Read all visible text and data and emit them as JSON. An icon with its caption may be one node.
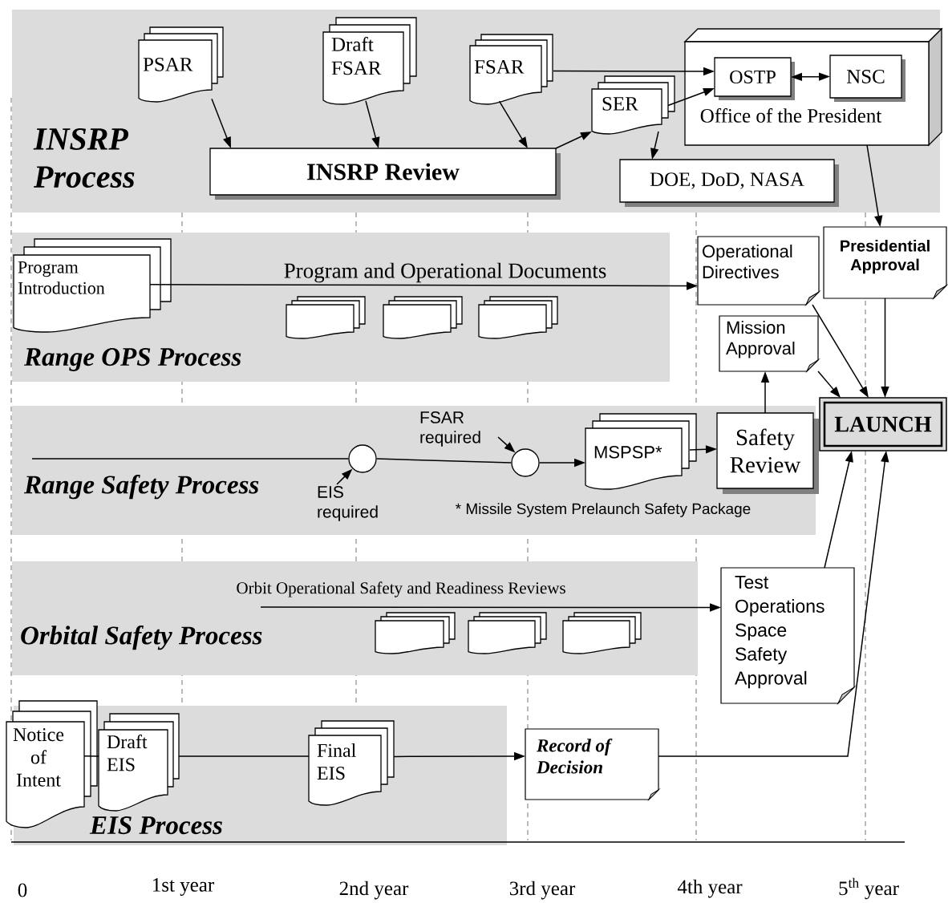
{
  "diagram": {
    "nodes": [
      {
        "text": [
          "INSRP Process"
        ]
      },
      {
        "text": [
          "PSAR"
        ],
        "in": 0
      },
      {
        "text": [
          "Draft FSAR"
        ],
        "in": 0
      },
      {
        "text": [
          "FSAR"
        ],
        "in": 0
      },
      {
        "text": [
          "INSRP Review"
        ],
        "in": 0
      },
      {
        "text": [
          "SER"
        ],
        "in": 0
      },
      {
        "text": [
          "Office of the President"
        ],
        "in": 0
      },
      {
        "text": [
          "OSTP"
        ],
        "in": 6
      },
      {
        "text": [
          "NSC"
        ],
        "in": 6
      },
      {
        "text": [
          "DOE, DoD, NASA"
        ],
        "in": 0
      },
      {
        "text": [
          "Range OPS Process"
        ]
      },
      {
        "text": [
          "Program Introduction"
        ],
        "in": 10
      },
      {
        "text": [],
        "shape": "document",
        "in": 10
      },
      {
        "text": [],
        "shape": "document",
        "in": 10
      },
      {
        "text": [],
        "shape": "document",
        "in": 10
      },
      {
        "text": [
          "Operational Directives"
        ]
      },
      {
        "text": [
          "Presidential Approval"
        ]
      },
      {
        "text": [
          "Mission Approval"
        ]
      },
      {
        "text": [
          "LAUNCH"
        ]
      },
      {
        "text": [
          "Range Safety Process"
        ]
      },
      {
        "text": [],
        "shape": "circle",
        "in": 19
      },
      {
        "text": [],
        "shape": "circle",
        "in": 19
      },
      {
        "text": [
          "EIS required"
        ],
        "in": 19
      },
      {
        "text": [
          "FSAR required"
        ],
        "in": 19
      },
      {
        "text": [
          "MSPSP*"
        ],
        "in": 19
      },
      {
        "text": [
          "Safety Review"
        ],
        "in": 19
      },
      {
        "text": [
          "Orbital Safety Process"
        ]
      },
      {
        "text": [],
        "shape": "document",
        "in": 26
      },
      {
        "text": [],
        "shape": "document",
        "in": 26
      },
      {
        "text": [],
        "shape": "document",
        "in": 26
      },
      {
        "text": [
          "Test Operations Space Safety Approval"
        ]
      },
      {
        "text": [
          "EIS Process"
        ]
      },
      {
        "text": [
          "Notice of Intent"
        ]
      },
      {
        "text": [
          "Draft EIS"
        ],
        "in": 31
      },
      {
        "text": [
          "Final EIS"
        ],
        "in": 31
      },
      {
        "text": [
          "Record of Decision"
        ]
      }
    ],
    "edges": [
      {
        "from": 1,
        "to": 4,
        "arrow": "to"
      },
      {
        "from": 2,
        "to": 4,
        "arrow": "to"
      },
      {
        "from": 3,
        "to": 4,
        "arrow": "to"
      },
      {
        "from": 4,
        "to": 5,
        "arrow": "to"
      },
      {
        "from": 3,
        "to": 7,
        "arrow": "to"
      },
      {
        "from": 5,
        "to": 7,
        "arrow": "to"
      },
      {
        "from": 5,
        "to": 9,
        "arrow": "to"
      },
      {
        "from": 7,
        "to": 8,
        "arrow": "both"
      },
      {
        "from": 6,
        "to": 16,
        "arrow": "to"
      },
      {
        "from": 16,
        "to": 18,
        "arrow": "to"
      },
      {
        "from": 15,
        "to": 18,
        "arrow": "to"
      },
      {
        "from": 17,
        "to": 18,
        "arrow": "to"
      },
      {
        "from": 11,
        "to": 15,
        "arrow": "to",
        "label": "Program and Operational Documents"
      },
      {
        "from": null,
        "to": 20,
        "arrow": "none"
      },
      {
        "from": 20,
        "to": 21,
        "arrow": "none"
      },
      {
        "from": 21,
        "to": 24,
        "arrow": "to"
      },
      {
        "from": 24,
        "to": 25,
        "arrow": "to"
      },
      {
        "from": 25,
        "to": 17,
        "arrow": "to"
      },
      {
        "from": 22,
        "to": 20,
        "arrow": "to"
      },
      {
        "from": 23,
        "to": 21,
        "arrow": "to"
      },
      {
        "from": null,
        "to": 30,
        "arrow": "to",
        "label": "Orbit Operational Safety and Readiness Reviews"
      },
      {
        "from": 30,
        "to": 18,
        "arrow": "to"
      },
      {
        "from": 32,
        "to": 33,
        "arrow": "none"
      },
      {
        "from": 33,
        "to": 34,
        "arrow": "none"
      },
      {
        "from": 34,
        "to": 35,
        "arrow": "to"
      },
      {
        "from": 35,
        "to": 18,
        "arrow": "to"
      }
    ],
    "labels": [
      "* Missile System Prelaunch Safety Package",
      "0",
      "1st year",
      "2nd year",
      "3rd year",
      "4th year",
      "5$^{th}$ year"
    ]
  }
}
